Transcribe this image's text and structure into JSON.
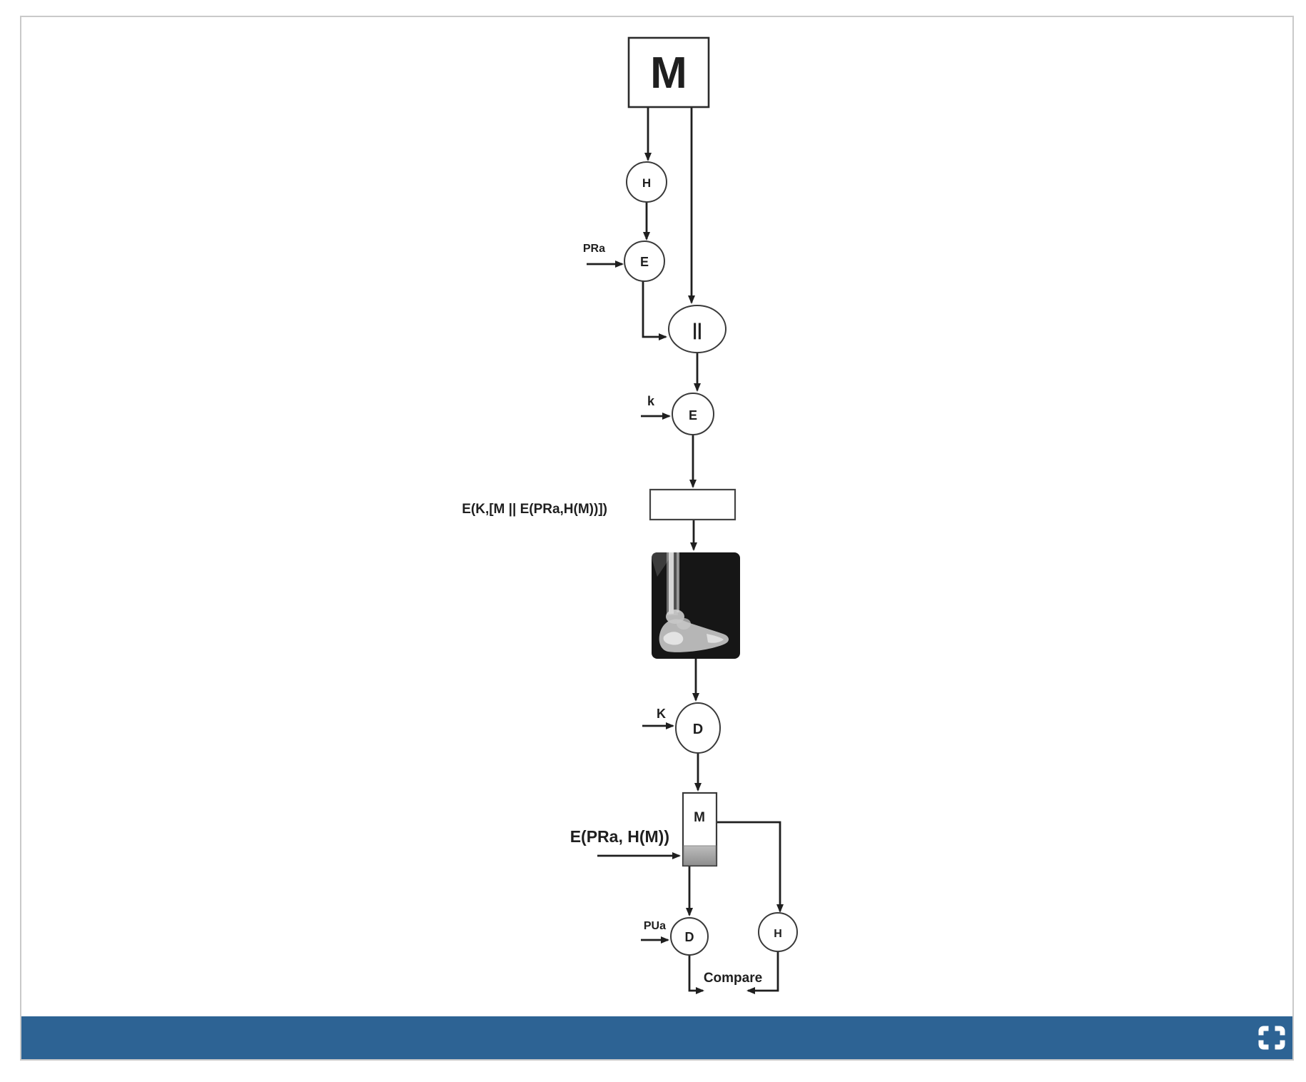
{
  "diagram": {
    "nodes": {
      "top_message_box": "M",
      "hash_top": "H",
      "encrypt_signature": "E",
      "concatenate": "||",
      "encrypt_symmetric": "E",
      "decrypt_symmetric": "D",
      "received_message_box": "M",
      "decrypt_signature": "D",
      "hash_bottom": "H"
    },
    "labels": {
      "private_key": "PRa",
      "symmetric_key_lower": "k",
      "ciphertext_expression": "E(K,[M || E(PRa,H(M))])",
      "symmetric_key_upper": "K",
      "signature_expression": "E(PRa, H(M))",
      "public_key": "PUa",
      "compare": "Compare"
    },
    "colors": {
      "line": "#222222",
      "gray_block": "#a3a3a3",
      "xray_background": "#161616"
    }
  },
  "toolbar": {
    "color": "#2d6394",
    "fullscreen_icon": "fullscreen-expand-icon"
  }
}
